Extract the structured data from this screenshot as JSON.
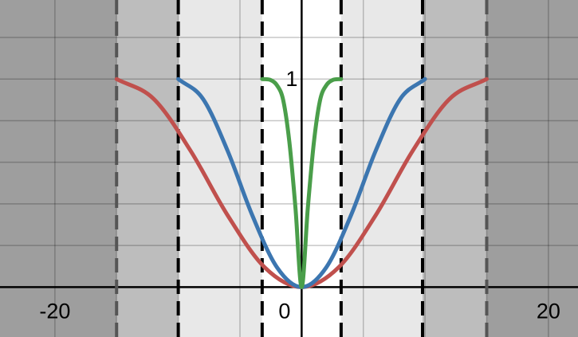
{
  "chart_data": {
    "type": "line",
    "xlim": [
      -24.45,
      22.4
    ],
    "ylim": [
      -0.24,
      1.38
    ],
    "grid": true,
    "x_tick_labels": [
      {
        "value": -20,
        "text": "-20"
      },
      {
        "value": 0,
        "text": "0"
      },
      {
        "value": 20,
        "text": "20"
      }
    ],
    "y_tick_labels": [
      {
        "value": 1,
        "text": "1"
      }
    ],
    "x_gridlines": [
      -20,
      -15,
      -10,
      -5,
      0,
      5,
      10,
      15,
      20
    ],
    "y_gridlines": [
      0,
      0.2,
      0.4,
      0.6,
      0.8,
      1.0,
      1.2
    ],
    "shaded_bands": [
      {
        "from": -15,
        "to": -10,
        "color": "#bdbdbd"
      },
      {
        "from": -10,
        "to": -3.2,
        "color": "#e8e8e8"
      },
      {
        "from": 3.2,
        "to": 9.8,
        "color": "#e8e8e8"
      },
      {
        "from": 9.8,
        "to": 15,
        "color": "#bdbdbd"
      }
    ],
    "outer_shade_color": "#9e9e9e",
    "center_band_color": "#ffffff",
    "dashed_lines": [
      {
        "x": -15,
        "color": "#555555"
      },
      {
        "x": -10,
        "color": "#000000"
      },
      {
        "x": -3.2,
        "color": "#000000"
      },
      {
        "x": 3.2,
        "color": "#000000"
      },
      {
        "x": 9.8,
        "color": "#000000"
      },
      {
        "x": 15,
        "color": "#555555"
      }
    ],
    "series": [
      {
        "color": "#c0504d",
        "x": [
          -15,
          -12,
          -9,
          -6,
          -3,
          0,
          3,
          6,
          9,
          12,
          15
        ],
        "y": [
          1,
          0.905,
          0.655,
          0.345,
          0.095,
          0,
          0.095,
          0.345,
          0.655,
          0.905,
          1
        ]
      },
      {
        "color": "#3c76b0",
        "x": [
          -10,
          -8,
          -6,
          -4,
          -2,
          0,
          2,
          4,
          6,
          8,
          10
        ],
        "y": [
          1,
          0.905,
          0.655,
          0.345,
          0.095,
          0,
          0.095,
          0.345,
          0.655,
          0.905,
          1
        ]
      },
      {
        "color": "#4a9e4a",
        "x": [
          -3.2,
          -2.5,
          -2,
          -1.5,
          -1,
          -0.5,
          0,
          0.5,
          1,
          1.5,
          2,
          2.5,
          3.2
        ],
        "y": [
          1,
          0.995,
          0.97,
          0.9,
          0.7,
          0.38,
          0,
          0.38,
          0.7,
          0.9,
          0.97,
          0.995,
          1
        ]
      }
    ]
  }
}
